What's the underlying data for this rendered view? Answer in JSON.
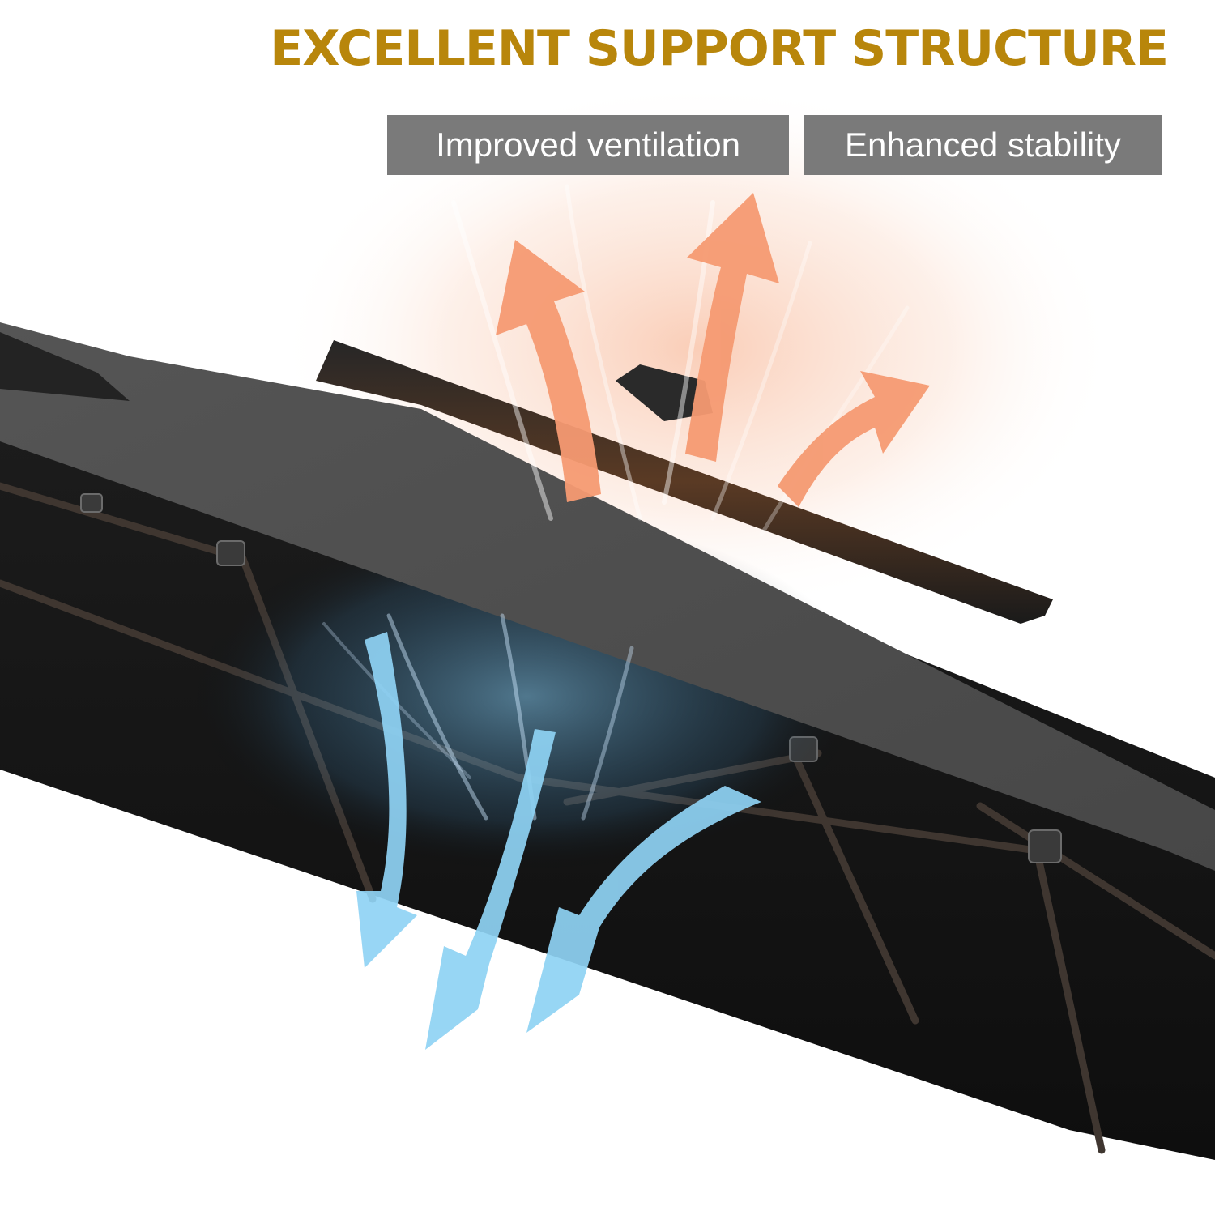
{
  "headline": "EXCELLENT SUPPORT STRUCTURE",
  "badges": {
    "ventilation": "Improved ventilation",
    "stability": "Enhanced stability"
  },
  "colors": {
    "headline": "#B8860B",
    "badge_bg": "#7A7A7A",
    "canopy_top": "#4D4D4D",
    "canopy_under": "#141414",
    "hot_air": "#F59A72",
    "cool_air": "#8FD3F4"
  },
  "icons": {
    "hot_air": "arrow-up-icon",
    "cool_air": "arrow-down-icon"
  }
}
